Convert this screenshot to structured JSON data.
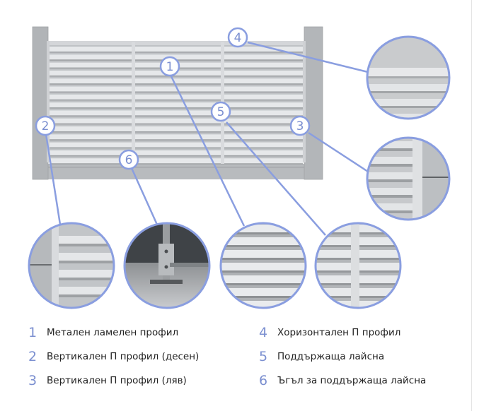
{
  "callouts": [
    {
      "number": "1"
    },
    {
      "number": "2"
    },
    {
      "number": "3"
    },
    {
      "number": "4"
    },
    {
      "number": "5"
    },
    {
      "number": "6"
    }
  ],
  "legend": [
    {
      "number": "1",
      "label": "Метален ламелен профил"
    },
    {
      "number": "2",
      "label": "Вертикален П профил (десен)"
    },
    {
      "number": "3",
      "label": "Вертикален П профил (ляв)"
    },
    {
      "number": "4",
      "label": "Хоризонтален П профил"
    },
    {
      "number": "5",
      "label": "Поддържаща лайсна"
    },
    {
      "number": "6",
      "label": "Ъгъл за поддържаща лайсна"
    }
  ],
  "colors": {
    "accent": "#8a9ee0",
    "fence_panel": "#c3c6c9",
    "fence_slat": "#e8eaec",
    "column": "#b0b3b6",
    "background": "#ffffff"
  }
}
